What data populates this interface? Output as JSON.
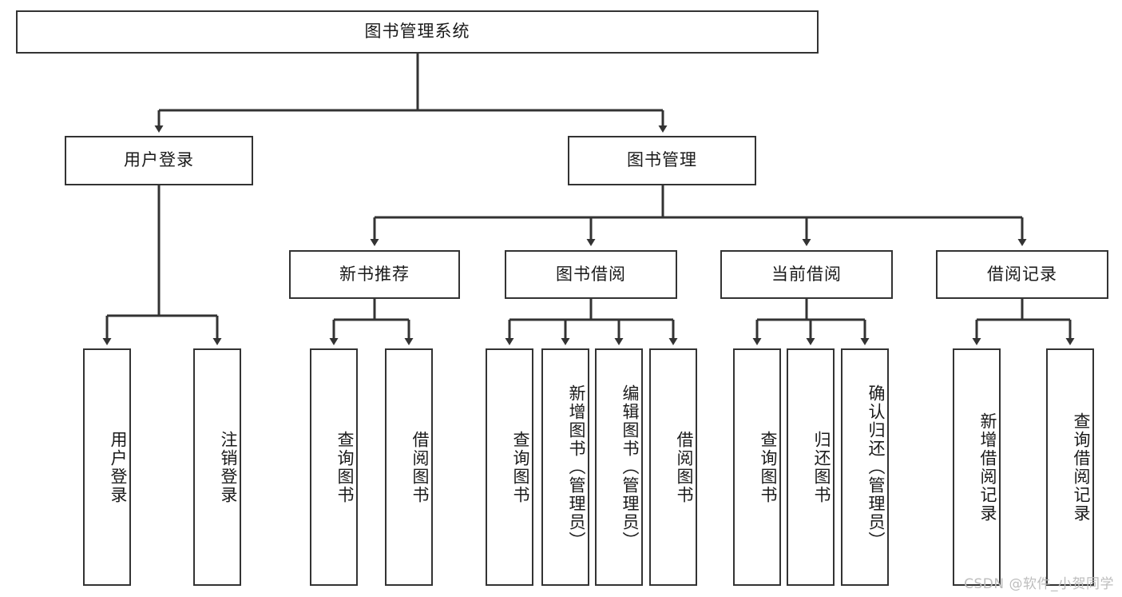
{
  "diagram": {
    "title": "图书管理系统",
    "type": "tree",
    "watermark": "CSDN @软件_小贺同学",
    "colors": {
      "box_border": "#333333",
      "box_fill": "#ffffff",
      "edge": "#333333",
      "text": "#1a1a1a",
      "watermark": "#bdbdbd"
    },
    "root": {
      "label": "图书管理系统"
    },
    "level2": [
      {
        "label": "用户登录"
      },
      {
        "label": "图书管理"
      }
    ],
    "level3": [
      {
        "label": "新书推荐"
      },
      {
        "label": "图书借阅"
      },
      {
        "label": "当前借阅"
      },
      {
        "label": "借阅记录"
      }
    ],
    "leaves": {
      "user_login": [
        {
          "label": "用户登录"
        },
        {
          "label": "注销登录"
        }
      ],
      "new_book": [
        {
          "label": "查询图书"
        },
        {
          "label": "借阅图书"
        }
      ],
      "book_borrow": [
        {
          "label": "查询图书"
        },
        {
          "label": "新增图书（管理员）"
        },
        {
          "label": "编辑图书（管理员）"
        },
        {
          "label": "借阅图书"
        }
      ],
      "current_borrow": [
        {
          "label": "查询图书"
        },
        {
          "label": "归还图书"
        },
        {
          "label": "确认归还（管理员）"
        }
      ],
      "borrow_record": [
        {
          "label": "新增借阅记录"
        },
        {
          "label": "查询借阅记录"
        }
      ]
    }
  }
}
